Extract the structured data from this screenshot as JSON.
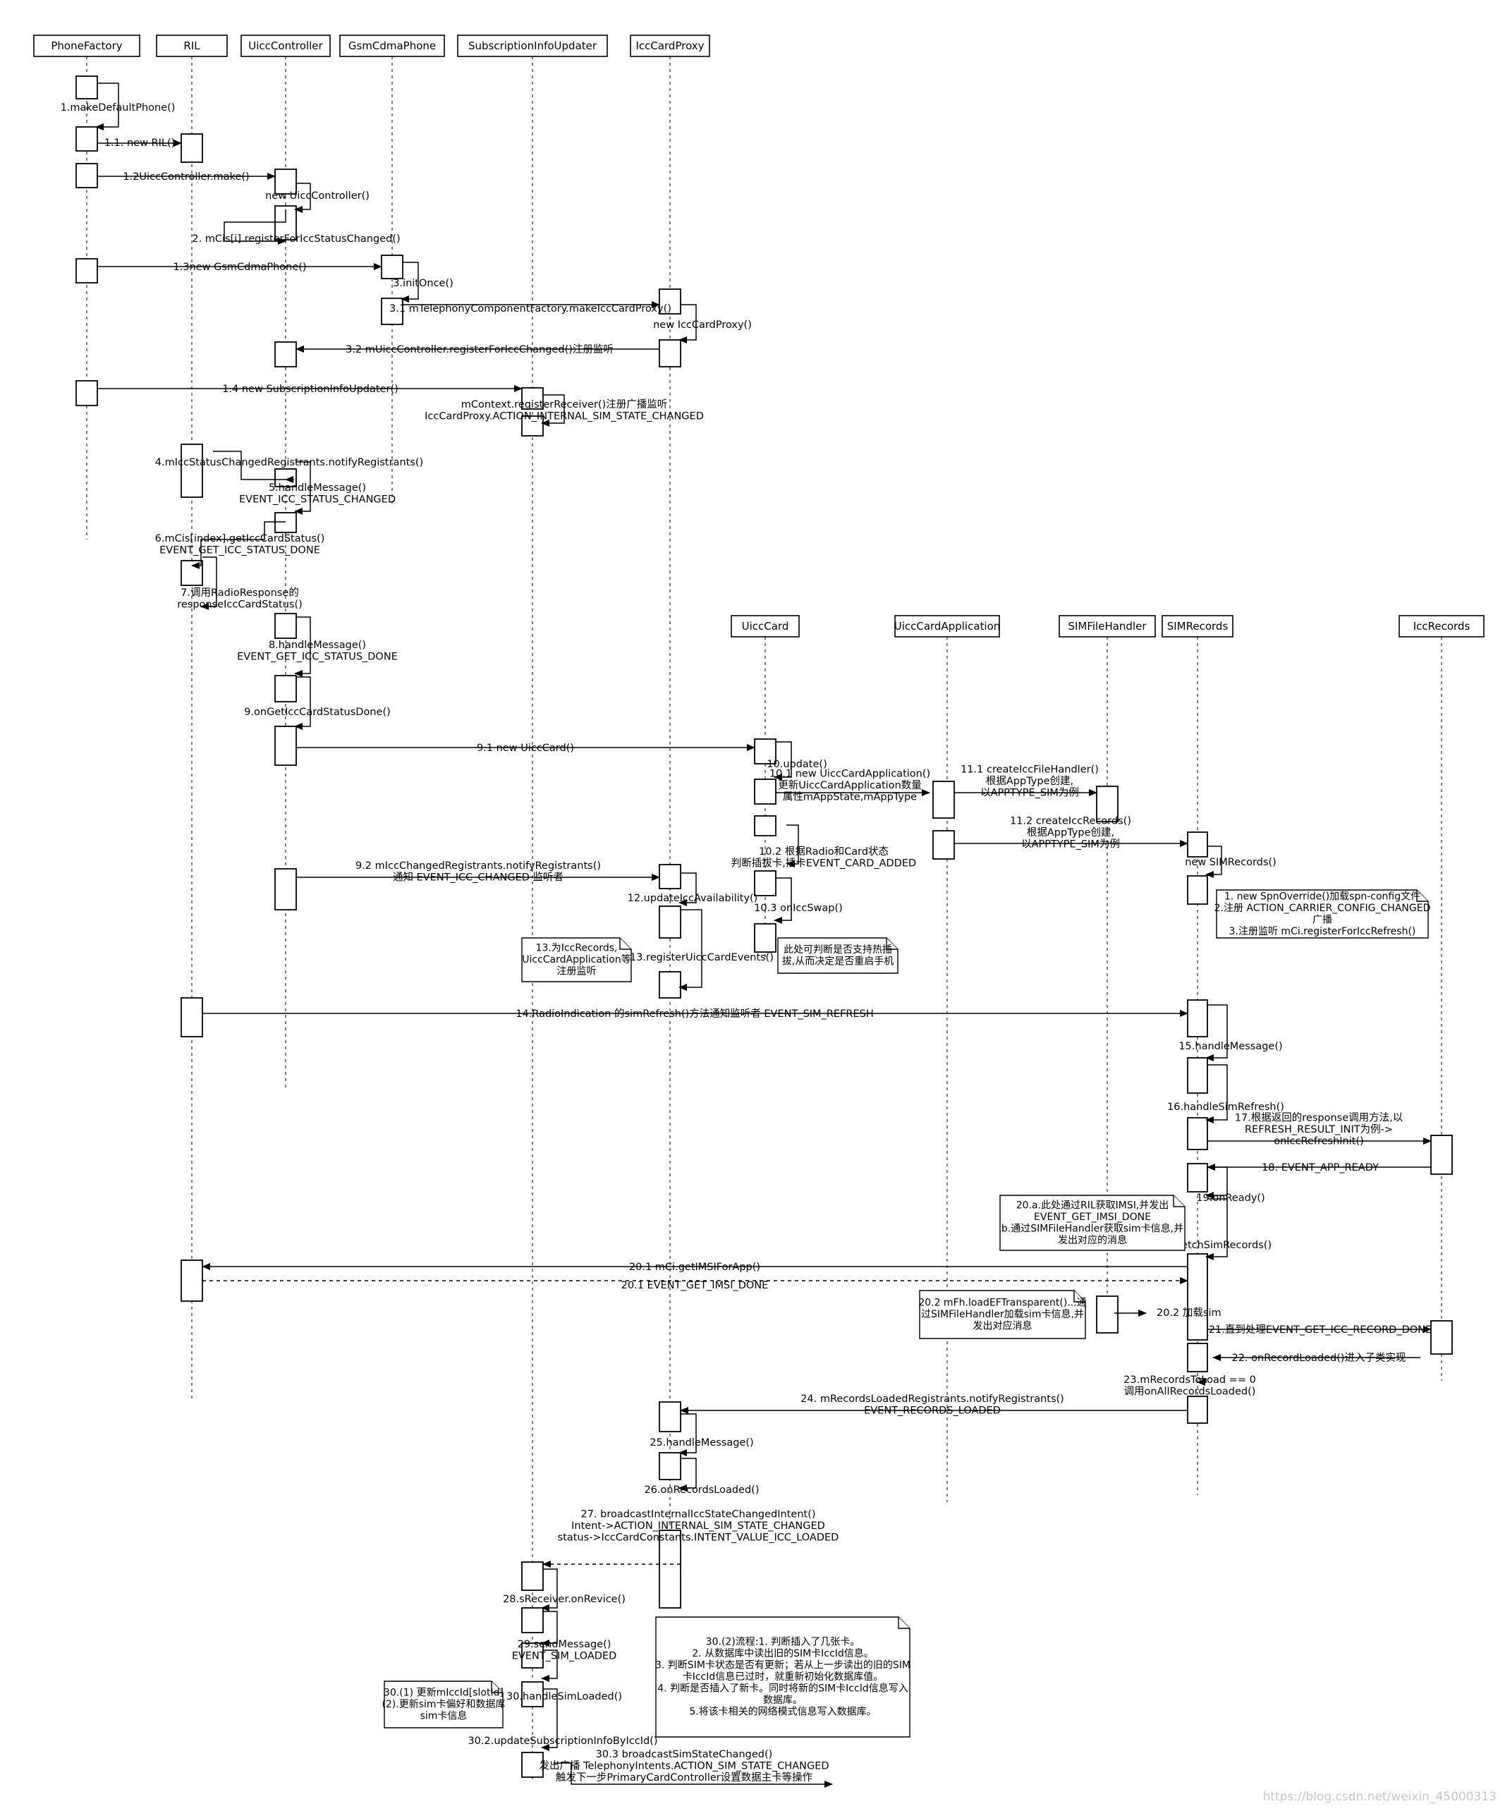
{
  "participants": [
    {
      "id": "phonefactory",
      "name": "PhoneFactory"
    },
    {
      "id": "ril",
      "name": "RIL"
    },
    {
      "id": "uicccontroller",
      "name": "UiccController"
    },
    {
      "id": "gsmcdmaphone",
      "name": "GsmCdmaPhone"
    },
    {
      "id": "subinfoupdater",
      "name": "SubscriptionInfoUpdater"
    },
    {
      "id": "icccardproxy",
      "name": "IccCardProxy"
    },
    {
      "id": "uicccard",
      "name": "UiccCard"
    },
    {
      "id": "uicccardapp",
      "name": "UiccCardApplication"
    },
    {
      "id": "simfilehandler",
      "name": "SIMFileHandler"
    },
    {
      "id": "simrecords",
      "name": "SIMRecords"
    },
    {
      "id": "iccrecords",
      "name": "IccRecords"
    }
  ],
  "messages": [
    {
      "id": "m1",
      "lines": [
        "1.makeDefaultPhone()"
      ]
    },
    {
      "id": "m1_1",
      "lines": [
        "1.1. new RIL()"
      ]
    },
    {
      "id": "m1_2",
      "lines": [
        "1.2UiccController.make()"
      ]
    },
    {
      "id": "m_newuicc",
      "lines": [
        "new UiccController()"
      ]
    },
    {
      "id": "m2",
      "lines": [
        "2. mCis[i].registerForIccStatusChanged()"
      ]
    },
    {
      "id": "m1_3",
      "lines": [
        "1.3new GsmCdmaPhone()"
      ]
    },
    {
      "id": "m3",
      "lines": [
        "3.initOnce()"
      ]
    },
    {
      "id": "m3_1",
      "lines": [
        "3.1 mTelephonyComponentFactory.makeIccCardProxy()"
      ]
    },
    {
      "id": "m_newproxy",
      "lines": [
        "new IccCardProxy()"
      ]
    },
    {
      "id": "m3_2",
      "lines": [
        "3.2 mUiccController.registerForIccChanged()注册监听"
      ]
    },
    {
      "id": "m1_4",
      "lines": [
        "1.4 new SubscriptionInfoUpdater()"
      ]
    },
    {
      "id": "m_ctxreg",
      "lines": [
        "mContext.registerReceiver()注册广播监听",
        "IccCardProxy.ACTION_INTERNAL_SIM_STATE_CHANGED"
      ]
    },
    {
      "id": "m4",
      "lines": [
        "4.mIccStatusChangedRegistrants.notifyRegistrants()"
      ]
    },
    {
      "id": "m5",
      "lines": [
        "5.handleMessage()",
        "EVENT_ICC_STATUS_CHANGED"
      ]
    },
    {
      "id": "m6",
      "lines": [
        "6.mCis[index].getIccCardStatus()",
        "EVENT_GET_ICC_STATUS_DONE"
      ]
    },
    {
      "id": "m7",
      "lines": [
        "7.调用RadioResponse的",
        "responseIccCardStatus()"
      ]
    },
    {
      "id": "m8",
      "lines": [
        "8.handleMessage()",
        "EVENT_GET_ICC_STATUS_DONE"
      ]
    },
    {
      "id": "m9",
      "lines": [
        "9.onGetIccCardStatusDone()"
      ]
    },
    {
      "id": "m9_1",
      "lines": [
        "9.1 new UiccCard()"
      ]
    },
    {
      "id": "m10",
      "lines": [
        "10.update()"
      ]
    },
    {
      "id": "m10_1",
      "lines": [
        "10.1 new UiccCardApplication()",
        "更新UiccCardApplication数量",
        "属性mAppState,mAppType"
      ]
    },
    {
      "id": "m11_1",
      "lines": [
        "11.1 createIccFileHandler()",
        "根据AppType创建,",
        "以APPTYPE_SIM为例"
      ]
    },
    {
      "id": "m10_2",
      "lines": [
        "10.2 根据Radio和Card状态",
        "判断插拔卡,插卡EVENT_CARD_ADDED"
      ]
    },
    {
      "id": "m11_2",
      "lines": [
        "11.2 createIccRecords()",
        "根据AppType创建,",
        "以APPTYPE_SIM为例"
      ]
    },
    {
      "id": "m_newsimrec",
      "lines": [
        "new SIMRecords()"
      ]
    },
    {
      "id": "m9_2",
      "lines": [
        "9.2 mIccChangedRegistrants.notifyRegistrants()",
        "通知 EVENT_ICC_CHANGED 监听者"
      ]
    },
    {
      "id": "m12",
      "lines": [
        "12.updateIccAvailability()"
      ]
    },
    {
      "id": "m10_3",
      "lines": [
        "10.3 onIccSwap()"
      ]
    },
    {
      "id": "m13",
      "lines": [
        "13.registerUiccCardEvents()"
      ]
    },
    {
      "id": "m14",
      "lines": [
        "14.RadioIndication 的simRefresh()方法通知监听者 EVENT_SIM_REFRESH"
      ]
    },
    {
      "id": "m15",
      "lines": [
        "15.handleMessage()"
      ]
    },
    {
      "id": "m16",
      "lines": [
        "16.handleSimRefresh()"
      ]
    },
    {
      "id": "m17",
      "lines": [
        "17.根据返回的response调用方法,以",
        "REFRESH_RESULT_INIT为例->",
        "onIccRefreshInit()"
      ]
    },
    {
      "id": "m18",
      "lines": [
        "18. EVENT_APP_READY"
      ]
    },
    {
      "id": "m19",
      "lines": [
        "19.onReady()"
      ]
    },
    {
      "id": "m20",
      "lines": [
        "20.fetchSimRecords()"
      ]
    },
    {
      "id": "m20_1",
      "lines": [
        "20.1 mCi.getIMSIForApp()"
      ]
    },
    {
      "id": "m20_1r",
      "lines": [
        "20.1 EVENT_GET_IMSI_DONE"
      ]
    },
    {
      "id": "m20_2",
      "lines": [
        "20.2 加载sim"
      ]
    },
    {
      "id": "m21",
      "lines": [
        "21.直到处理EVENT_GET_ICC_RECORD_DONE"
      ]
    },
    {
      "id": "m22",
      "lines": [
        "22. onRecordLoaded()进入子类实现"
      ]
    },
    {
      "id": "m23",
      "lines": [
        "23.mRecordsToLoad == 0",
        "调用onAllRecordsLoaded()"
      ]
    },
    {
      "id": "m24",
      "lines": [
        "24. mRecordsLoadedRegistrants.notifyRegistrants()",
        "EVENT_RECORDS_LOADED"
      ]
    },
    {
      "id": "m25",
      "lines": [
        "25.handleMessage()"
      ]
    },
    {
      "id": "m26",
      "lines": [
        "26.onRecordsLoaded()"
      ]
    },
    {
      "id": "m27",
      "lines": [
        "27. broadcastInternalIccStateChangedIntent()",
        "Intent->ACTION_INTERNAL_SIM_STATE_CHANGED",
        "status->IccCardConstants.INTENT_VALUE_ICC_LOADED"
      ]
    },
    {
      "id": "m28",
      "lines": [
        "28.sReceiver.onRevice()"
      ]
    },
    {
      "id": "m29",
      "lines": [
        "29.sendMessage()",
        "EVENT_SIM_LOADED"
      ]
    },
    {
      "id": "m30",
      "lines": [
        "30.handleSimLoaded()"
      ]
    },
    {
      "id": "m30_2",
      "lines": [
        "30.2.updateSubscriptionInfoByIccId()"
      ]
    },
    {
      "id": "m30_3",
      "lines": [
        "30.3 broadcastSimStateChanged()",
        "发出广播 TelephonyIntents.ACTION_SIM_STATE_CHANGED",
        "触发下一步PrimaryCardController设置数据主卡等操作"
      ]
    }
  ],
  "notes": [
    {
      "id": "n_simrec",
      "lines": [
        "1. new SpnOverride()加载spn-config文件",
        "2.注册 ACTION_CARRIER_CONFIG_CHANGED",
        "广播",
        "3.注册监听 mCi.registerForIccRefresh()"
      ]
    },
    {
      "id": "n13",
      "lines": [
        "13.为IccRecords,",
        "UiccCardApplication等",
        "注册监听"
      ]
    },
    {
      "id": "n_swap",
      "lines": [
        "此处可判断是否支持热插",
        "拔,从而决定是否重启手机"
      ]
    },
    {
      "id": "n20a",
      "lines": [
        "20.a.此处通过RIL获取IMSI,并发出",
        "EVENT_GET_IMSI_DONE",
        "b.通过SIMFileHandler获取sim卡信息,并",
        "发出对应的消息"
      ]
    },
    {
      "id": "n20_2",
      "lines": [
        "20.2 mFh.loadEFTransparent()...通",
        "过SIMFileHandler加载sim卡信息,并",
        "发出对应消息"
      ]
    },
    {
      "id": "n30_1",
      "lines": [
        "30.(1) 更新mIccId[slotId]",
        "(2).更新sim卡偏好和数据库",
        "sim卡信息"
      ]
    },
    {
      "id": "n30_2",
      "lines": [
        "30.(2)流程:1. 判断插入了几张卡。",
        "2. 从数据库中读出旧的SIM卡IccId信息。",
        "3. 判断SIM卡状态是否有更新；若从上一步读出的旧的SIM",
        "卡IccId信息已过时，就重新初始化数据库值。",
        "4. 判断是否插入了新卡。同时将新的SIM卡IccId信息写入",
        "数据库。",
        "5.将该卡相关的网络模式信息写入数据库。"
      ]
    }
  ],
  "watermark": "https://blog.csdn.net/weixin_45000313"
}
